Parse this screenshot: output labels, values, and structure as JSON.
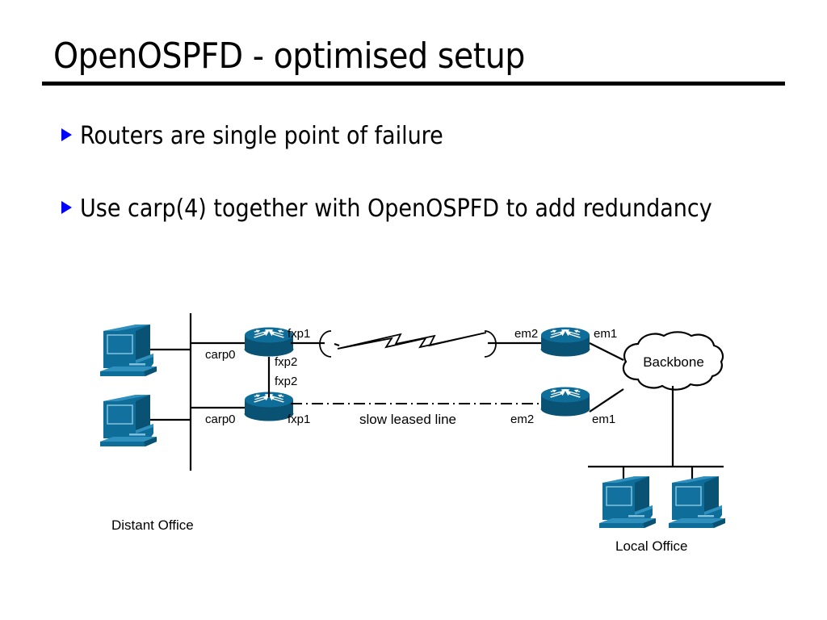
{
  "slide": {
    "title": "OpenOSPFD - optimised setup",
    "bullets": [
      "Routers are single point of failure",
      "Use carp(4) together with OpenOSPFD to add redundancy"
    ],
    "bullet_marker_color": "#0000ff",
    "rule_color": "#000000"
  },
  "diagram": {
    "type": "network-topology",
    "device_color": "#0f6d9a",
    "device_color_dark": "#0a5274",
    "device_color_light": "#2f90bd",
    "line_color": "#000000",
    "zones": {
      "left_label": "Distant Office",
      "right_label": "Local Office"
    },
    "cloud": {
      "label": "Backbone"
    },
    "wan_link": {
      "fast_label": "",
      "slow_label": "slow leased line"
    },
    "interfaces": {
      "router_top_left_lan": "carp0",
      "router_top_left_wan": "fxp1",
      "router_top_left_sync": "fxp2",
      "router_bottom_left_lan": "carp0",
      "router_bottom_left_wan": "fxp1",
      "router_bottom_left_sync": "fxp2",
      "router_top_right_wan": "em2",
      "router_top_right_lan": "em1",
      "router_bottom_right_wan": "em2",
      "router_bottom_right_lan": "em1"
    },
    "devices": [
      {
        "name": "workstation-distant-top",
        "kind": "workstation"
      },
      {
        "name": "workstation-distant-bottom",
        "kind": "workstation"
      },
      {
        "name": "router-distant-top",
        "kind": "router"
      },
      {
        "name": "router-distant-bottom",
        "kind": "router"
      },
      {
        "name": "router-local-top",
        "kind": "router"
      },
      {
        "name": "router-local-bottom",
        "kind": "router"
      },
      {
        "name": "workstation-local-left",
        "kind": "workstation"
      },
      {
        "name": "workstation-local-right",
        "kind": "workstation"
      }
    ]
  }
}
